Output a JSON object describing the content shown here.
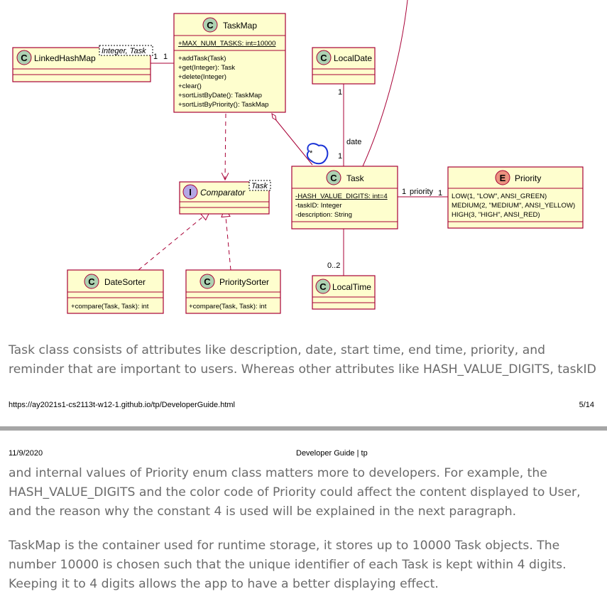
{
  "diagram": {
    "classes": {
      "taskmap": {
        "stereotype": "C",
        "name": "TaskMap",
        "fields": [
          "+MAX_NUM_TASKS: int=10000"
        ],
        "methods": [
          "+addTask(Task)",
          "+get(Integer): Task",
          "+delete(Integer)",
          "+clear()",
          "+sortListByDate(): TaskMap",
          "+sortListByPriority(): TaskMap"
        ]
      },
      "linkedhashmap": {
        "stereotype": "C",
        "name": "LinkedHashMap",
        "generic": "Integer, Task"
      },
      "localdate": {
        "stereotype": "C",
        "name": "LocalDate"
      },
      "comparator": {
        "stereotype": "I",
        "name": "Comparator",
        "generic": "Task"
      },
      "task": {
        "stereotype": "C",
        "name": "Task",
        "fields": [
          "-HASH_VALUE_DIGITS: int=4",
          "-taskID: Integer",
          "-description: String"
        ]
      },
      "priority": {
        "stereotype": "E",
        "name": "Priority",
        "fields": [
          "LOW(1, \"LOW\", ANSI_GREEN)",
          "MEDIUM(2, \"MEDIUM\", ANSI_YELLOW)",
          "HIGH(3, \"HIGH\", ANSI_RED)"
        ]
      },
      "datesorter": {
        "stereotype": "C",
        "name": "DateSorter",
        "methods": [
          "+compare(Task, Task): int"
        ]
      },
      "prioritysorter": {
        "stereotype": "C",
        "name": "PrioritySorter",
        "methods": [
          "+compare(Task, Task): int"
        ]
      },
      "localtime": {
        "stereotype": "C",
        "name": "LocalTime"
      }
    },
    "labels": {
      "lhm_mult_left": "1",
      "lhm_mult_right": "1",
      "date_role": "date",
      "localdate_mult": "1",
      "task_date_mult": "1",
      "taskmap_task_mult": "*",
      "priority_role": "priority",
      "task_priority_mult": "1",
      "priority_mult": "1",
      "localtime_mult": "0..2"
    },
    "colors": {
      "class_fill": "#fefece",
      "border": "#a80036",
      "circle_class": "#add1b2",
      "circle_interface": "#b4a7e5",
      "circle_enum": "#eb937f",
      "annotation": "#1a33d6"
    }
  },
  "text": {
    "para1": "Task class consists of attributes like description, date, start time, end time, priority, and\nreminder that are important to users. Whereas other attributes like HASH_VALUE_DIGITS, taskID",
    "footer_url": "https://ay2021s1-cs2113t-w12-1.github.io/tp/DeveloperGuide.html",
    "footer_page": "5/14",
    "header_date": "11/9/2020",
    "header_title": "Developer Guide | tp",
    "para2": "and internal values of Priority enum class matters more to developers. For example, the\nHASH_VALUE_DIGITS and the color code of Priority could affect the content displayed to User,\nand the reason why the constant 4 is used will be explained in the next paragraph.",
    "para3": "TaskMap is the container used for runtime storage, it stores up to 10000 Task objects. The\nnumber 10000 is chosen such that the unique identifier of each Task is kept within 4 digits.\nKeeping it to 4 digits allows the app to have a better displaying effect."
  }
}
